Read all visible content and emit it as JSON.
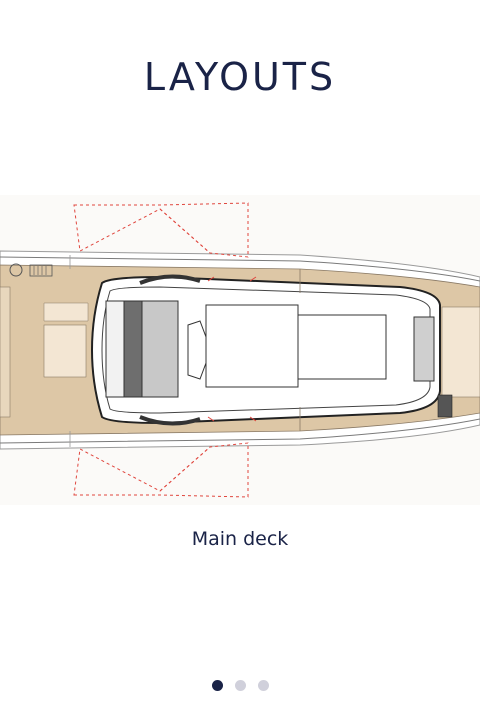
{
  "page": {
    "title": "LAYOUTS"
  },
  "layout_slide": {
    "caption": "Main deck",
    "image_icon": "boat-deck-plan"
  },
  "pager": {
    "total": 3,
    "active_index": 0
  },
  "colors": {
    "title": "#1a2347",
    "deck_wood": "#ddc7a6",
    "cushion": "#f3e6d3",
    "dot_active": "#1a2347",
    "dot_inactive": "#d0d0db",
    "accent_dashed": "#e0463e"
  }
}
